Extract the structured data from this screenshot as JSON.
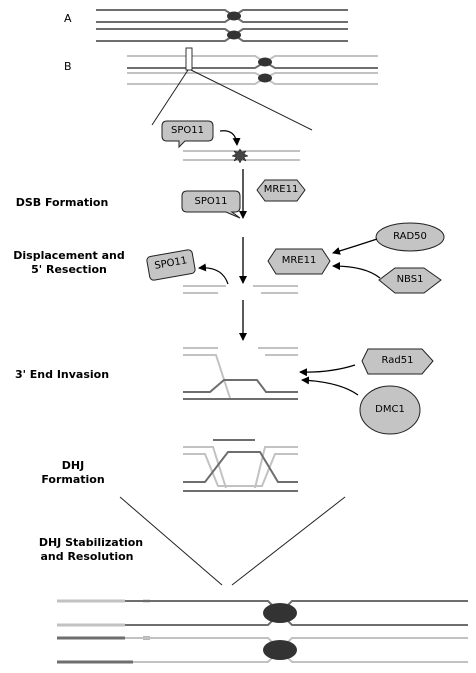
{
  "panel_labels": {
    "a": "A",
    "b": "B"
  },
  "steps": [
    {
      "id": "dsb",
      "text": "DSB Formation"
    },
    {
      "id": "resection_line1",
      "text": "Displacement and"
    },
    {
      "id": "resection_line2",
      "text": "5' Resection"
    },
    {
      "id": "invasion",
      "text": "3' End Invasion"
    },
    {
      "id": "dhj_line1",
      "text": "DHJ"
    },
    {
      "id": "dhj_line2",
      "text": "Formation"
    },
    {
      "id": "stab_line1",
      "text": "DHJ Stabilization"
    },
    {
      "id": "stab_line2",
      "text": "and Resolution"
    }
  ],
  "proteins": {
    "spo11_top": "SPO11",
    "spo11_dsb": "SPO11",
    "mre11_dsb": "MRE11",
    "spo11_released": "SPO11",
    "mre11_resection": "MRE11",
    "rad50": "RAD50",
    "nbs1": "NBS1",
    "rad51": "Rad51",
    "dmc1": "DMC1"
  },
  "colors": {
    "dark_strand": "#6e6e6e",
    "light_strand": "#c2c2c2",
    "protein_fill": "#c4c4c4",
    "centromere": "#333333",
    "break_star": "#444444"
  }
}
